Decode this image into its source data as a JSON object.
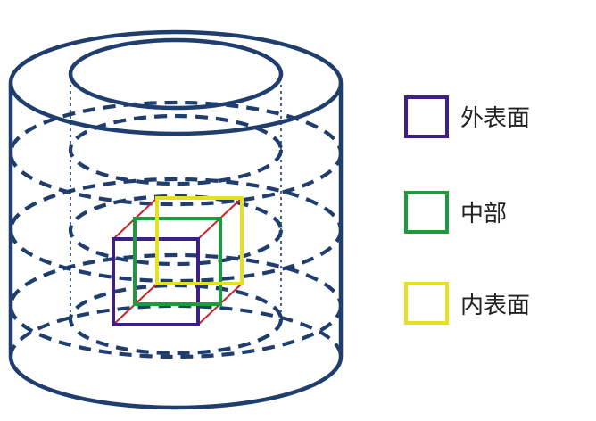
{
  "colors": {
    "cylinder": "#1f3e6e",
    "outer_surface": "#3b1f86",
    "middle": "#1e9a3c",
    "inner_surface": "#e6e11a",
    "cube_edge": "#c0282a"
  },
  "legend": {
    "items": [
      {
        "key": "outer_surface",
        "label": "外表面",
        "color": "#3b1f86"
      },
      {
        "key": "middle",
        "label": "中部",
        "color": "#1e9a3c"
      },
      {
        "key": "inner_surface",
        "label": "内表面",
        "color": "#e6e11a"
      }
    ]
  }
}
